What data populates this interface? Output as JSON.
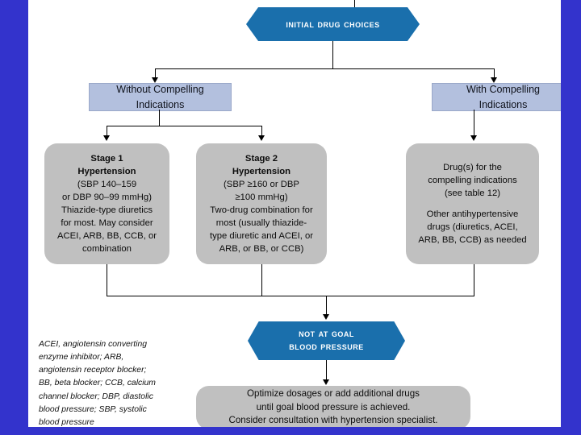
{
  "theme": {
    "slide_border_color": "#3333cc",
    "hexagon_color": "#1a6fac",
    "blue_box_color": "#b3c0de",
    "gray_box_color": "#c0c0c0",
    "connector_color": "#000000",
    "hexagon_text_color": "#ffffff"
  },
  "flowchart": {
    "title": "Initial Drug Choices",
    "nodes": {
      "start_hexagon": {
        "label": "Initial Drug Choices",
        "shape": "hexagon"
      },
      "without_compelling": {
        "line1": "Without Compelling",
        "line2": "Indications",
        "shape": "rectangle"
      },
      "with_compelling": {
        "line1": "With Compelling",
        "line2": "Indications",
        "shape": "rectangle"
      },
      "stage1": {
        "heading_line1": "Stage 1",
        "heading_line2": "Hypertension",
        "body": [
          "(SBP 140–159",
          "or DBP 90–99 mmHg)",
          "Thiazide-type diuretics",
          "for most.  May consider",
          "ACEI, ARB, BB, CCB, or",
          "combination"
        ],
        "shape": "rounded-rectangle"
      },
      "stage2": {
        "heading_line1": "Stage 2",
        "heading_line2": "Hypertension",
        "body": [
          "(SBP ≥160 or DBP",
          "≥100 mmHg)",
          "Two-drug combination for",
          "most (usually thiazide-",
          "type diuretic and ACEI, or",
          "ARB, or BB, or CCB)"
        ],
        "shape": "rounded-rectangle"
      },
      "compelling_drugs": {
        "group1": [
          "Drug(s) for the",
          "compelling indications",
          "(see table 12)"
        ],
        "group2": [
          "Other antihypertensive",
          "drugs (diuretics, ACEI,",
          "ARB, BB, CCB) as needed"
        ],
        "shape": "rounded-rectangle"
      },
      "not_at_goal_hexagon": {
        "line1": "Not at Goal",
        "line2": "Blood Pressure",
        "shape": "hexagon"
      },
      "optimize_box": {
        "body": [
          "Optimize dosages or add additional drugs",
          "until goal blood pressure is achieved.",
          "Consider consultation with hypertension specialist."
        ],
        "shape": "rounded-rectangle"
      }
    },
    "legend": {
      "lines": [
        "ACEI, angiotensin converting",
        "enzyme inhibitor; ARB,",
        "angiotensin receptor blocker;",
        "BB, beta blocker; CCB, calcium",
        "channel blocker; DBP, diastolic",
        "blood pressure; SBP, systolic",
        "blood pressure"
      ]
    }
  }
}
